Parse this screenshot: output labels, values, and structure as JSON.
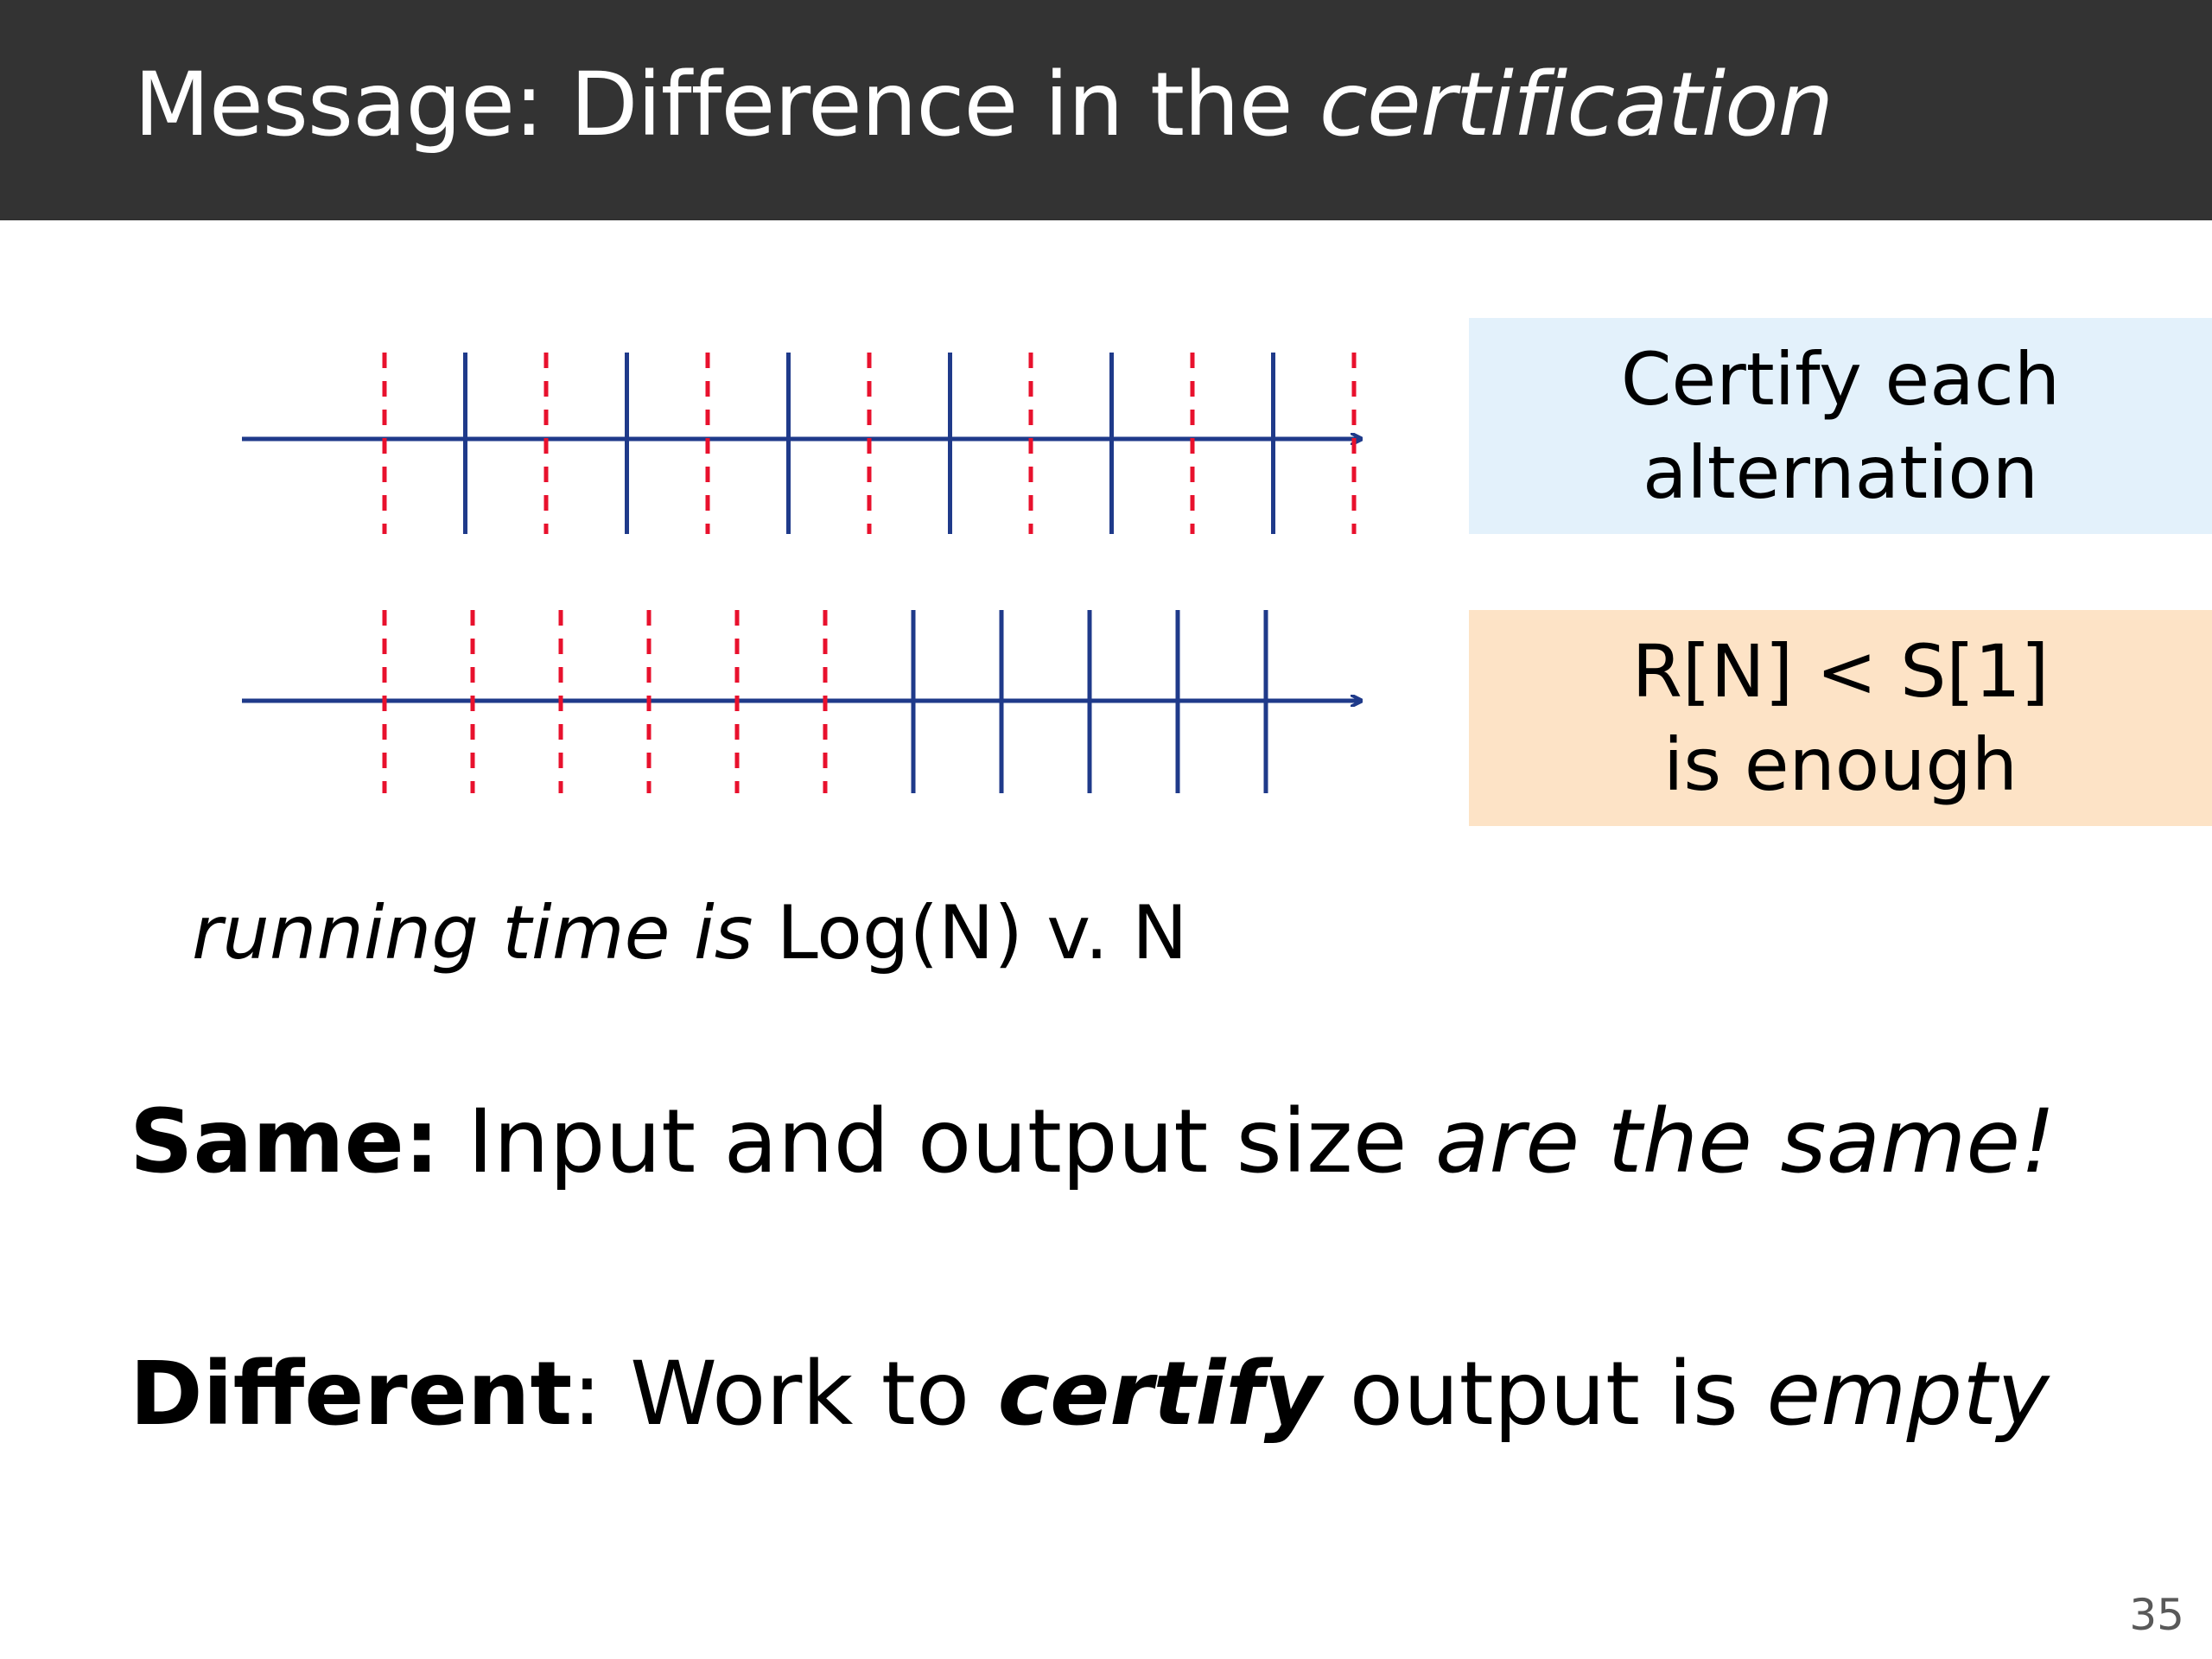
{
  "title": {
    "prefix": "Message: Difference in the ",
    "italic": "certification"
  },
  "colors": {
    "title_bar": "#333333",
    "axis": "#1f3a8a",
    "dashed_tick": "#e8112d",
    "solid_tick": "#1f3a8a",
    "blue_box": "#e3f1fb",
    "orange_box": "#fde3c6"
  },
  "diagram": {
    "row1": {
      "description_ticks": [
        "dashed",
        "solid",
        "dashed",
        "solid",
        "dashed",
        "solid",
        "dashed",
        "solid",
        "dashed",
        "solid",
        "dashed",
        "solid",
        "dashed"
      ]
    },
    "row2": {
      "ticks_dashed_count": 6,
      "ticks_solid_count": 5
    }
  },
  "boxes": {
    "alternation": {
      "line1": "Certify each",
      "line2": "alternation"
    },
    "enough": {
      "line1": "R[N] < S[1]",
      "line2": "is enough"
    }
  },
  "running_time": {
    "italic": "running time is",
    "plain": " Log(N) v. N"
  },
  "same": {
    "label": "Same:",
    "text": " Input and output size ",
    "italic": "are the same!"
  },
  "different": {
    "label": "Different",
    "colon": ": Work to ",
    "bold_italic": "certify",
    "text": " output is ",
    "italic": "empty"
  },
  "page_number": "35"
}
